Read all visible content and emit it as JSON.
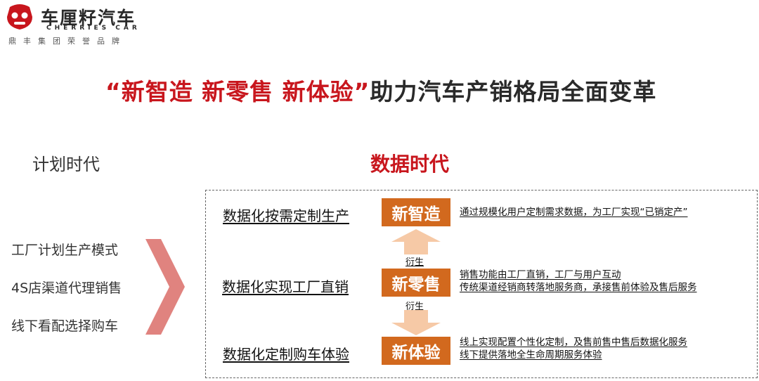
{
  "logo": {
    "name_cn": "车厘籽汽车",
    "name_en": "CHERRIES CAR",
    "tagline": "鼎丰集团荣誉品牌",
    "brand_color": "#c8161d"
  },
  "title": {
    "highlight": "“新智造 新零售 新体验”",
    "rest": "助力汽车产销格局全面变革"
  },
  "plan_era": {
    "heading": "计划时代",
    "items": [
      "工厂计划生产模式",
      "4S店渠道代理销售",
      "线下看配选择购车"
    ]
  },
  "data_era": {
    "heading": "数据时代",
    "rows": [
      {
        "label": "数据化按需定制生产",
        "tag": "新智造",
        "desc": [
          "通过规模化用户定制需求数据，为工厂实现“已销定产”"
        ]
      },
      {
        "label": "数据化实现工厂直销",
        "tag": "新零售",
        "desc": [
          "销售功能由工厂直销，工厂与用户互动",
          "传统渠道经销商转落地服务商，承接售前体验及售后服务"
        ]
      },
      {
        "label": "数据化定制购车体验",
        "tag": "新体验",
        "desc": [
          "线上实现配置个性化定制，及售前售中售后数据化服务",
          "线下提供落地全生命周期服务体验"
        ]
      }
    ],
    "derive_labels": [
      "衍生",
      "衍生"
    ]
  },
  "colors": {
    "accent_red": "#c8161d",
    "tag_orange": "#d2691e",
    "arrow_peach": "#f6c9a6",
    "chevron_pink": "#e0837f"
  }
}
